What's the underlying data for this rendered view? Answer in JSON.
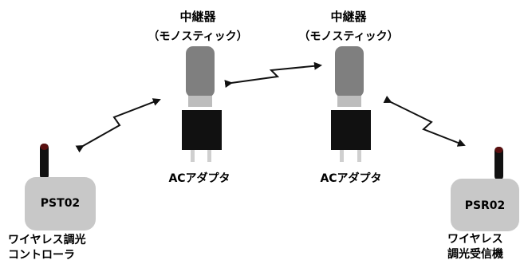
{
  "repeater_left": {
    "title": "中継器",
    "subtitle": "（モノスティック）",
    "adapter_label": "ACアダプタ"
  },
  "repeater_right": {
    "title": "中継器",
    "subtitle": "（モノスティック）",
    "adapter_label": "ACアダプタ"
  },
  "controller": {
    "model": "PST02",
    "caption_line1": "ワイヤレス調光",
    "caption_line2": "コントローラ"
  },
  "receiver": {
    "model": "PSR02",
    "caption_line1": "ワイヤレス",
    "caption_line2": "調光受信機"
  },
  "colors": {
    "device_body": "#c8c8c8",
    "stick_body": "#7f7f7f",
    "stick_collar": "#bdbdbd",
    "adapter_body": "#111111",
    "adapter_pins": "#cfcfcf",
    "antenna": "#111111",
    "antenna_tip": "#5a1010",
    "link_line": "#111111"
  }
}
